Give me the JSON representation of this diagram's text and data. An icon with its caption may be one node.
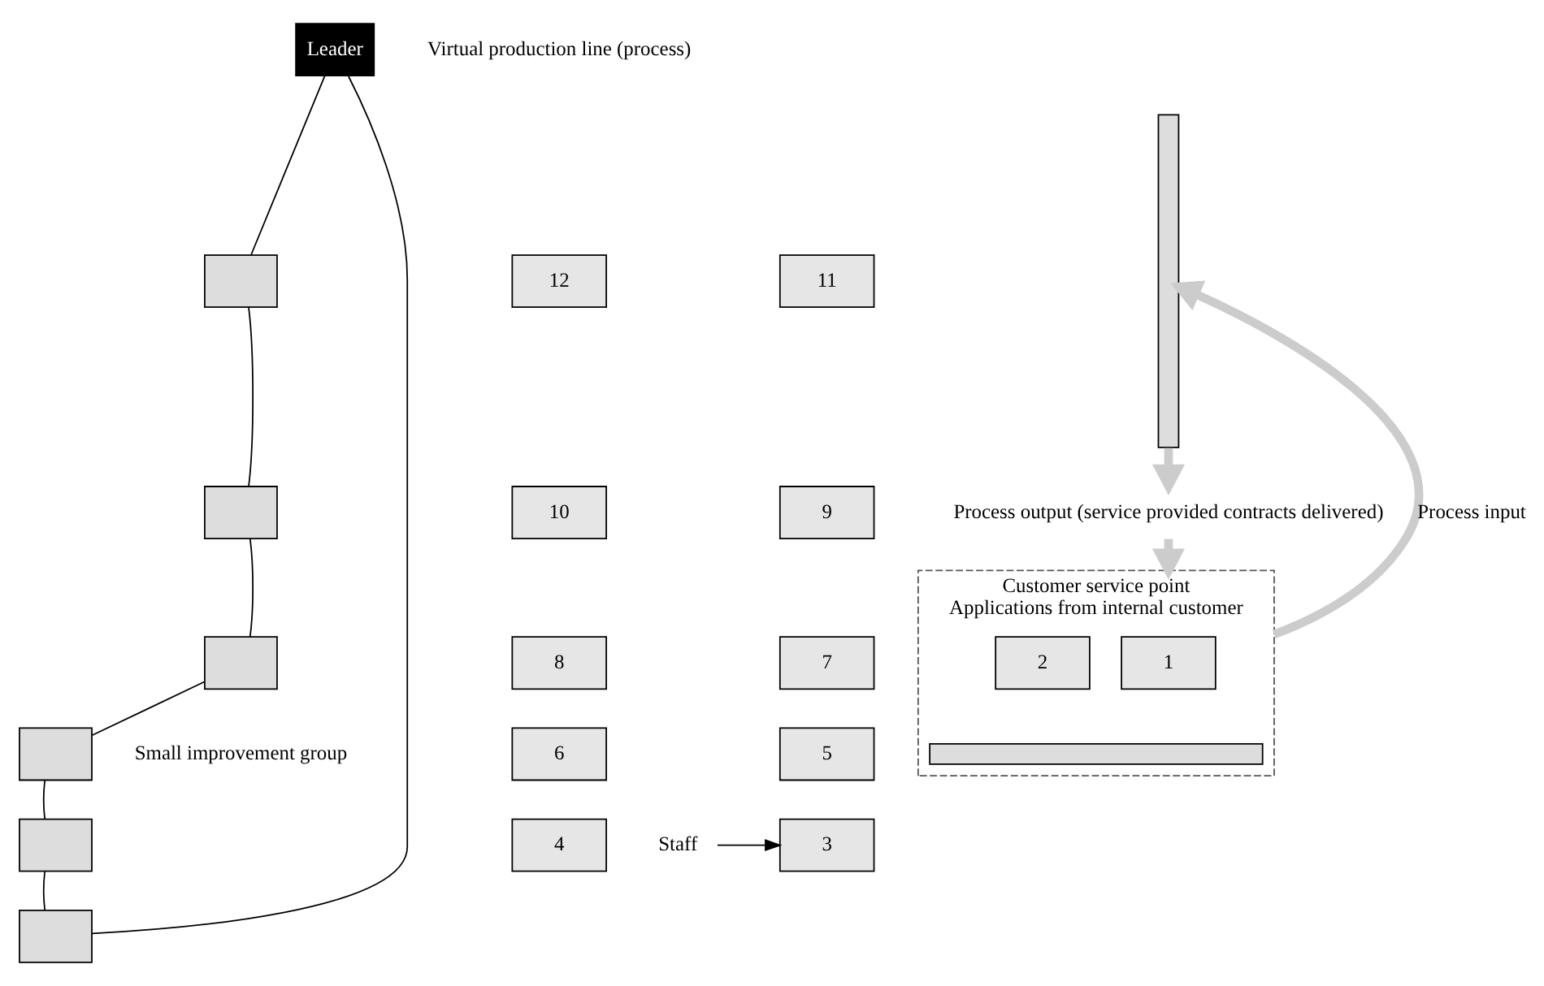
{
  "diagram": {
    "nodes": [
      {
        "text": [
          "Leader"
        ]
      },
      {
        "text": [],
        "shape": "box"
      },
      {
        "text": [],
        "shape": "box"
      },
      {
        "text": [],
        "shape": "box"
      },
      {
        "text": [],
        "shape": "box"
      },
      {
        "text": [],
        "shape": "box"
      },
      {
        "text": [],
        "shape": "box"
      },
      {
        "text": [
          "12"
        ]
      },
      {
        "text": [
          "11"
        ]
      },
      {
        "text": [
          "10"
        ]
      },
      {
        "text": [
          "9"
        ]
      },
      {
        "text": [
          "8"
        ]
      },
      {
        "text": [
          "7"
        ]
      },
      {
        "text": [
          "6"
        ]
      },
      {
        "text": [
          "5"
        ]
      },
      {
        "text": [
          "4"
        ]
      },
      {
        "text": [
          "3"
        ]
      },
      {
        "text": [],
        "shape": "bar"
      },
      {
        "text": [
          "Staff"
        ]
      },
      {
        "text": [
          "Process output (service provided contracts delivered)"
        ]
      },
      {
        "text": [
          "Customer service point",
          "Applications from internal customer"
        ]
      },
      {
        "text": [
          "1"
        ],
        "in": 20
      },
      {
        "text": [
          "2"
        ],
        "in": 20
      },
      {
        "text": [],
        "shape": "bar",
        "in": 20
      }
    ],
    "edges": [
      {
        "from": 0,
        "to": 1,
        "arrow": "none"
      },
      {
        "from": 1,
        "to": 3,
        "arrow": "none"
      },
      {
        "from": 3,
        "to": 5,
        "arrow": "none"
      },
      {
        "from": 5,
        "to": 6,
        "arrow": "none"
      },
      {
        "from": 6,
        "to": 4,
        "arrow": "none"
      },
      {
        "from": 4,
        "to": 2,
        "arrow": "none"
      },
      {
        "from": 2,
        "to": 0,
        "arrow": "none"
      },
      {
        "from": 18,
        "to": 16,
        "arrow": "to"
      },
      {
        "from": 17,
        "to": 19,
        "arrow": "to",
        "style": "thick",
        "color": "#cccccc"
      },
      {
        "from": 19,
        "to": 20,
        "arrow": "to",
        "style": "thick",
        "color": "#cccccc"
      },
      {
        "from": 20,
        "to": 17,
        "arrow": "to",
        "style": "thick",
        "color": "#cccccc",
        "label": "Process input"
      }
    ],
    "labels": [
      "Virtual production line (process)",
      "Small improvement group"
    ]
  }
}
